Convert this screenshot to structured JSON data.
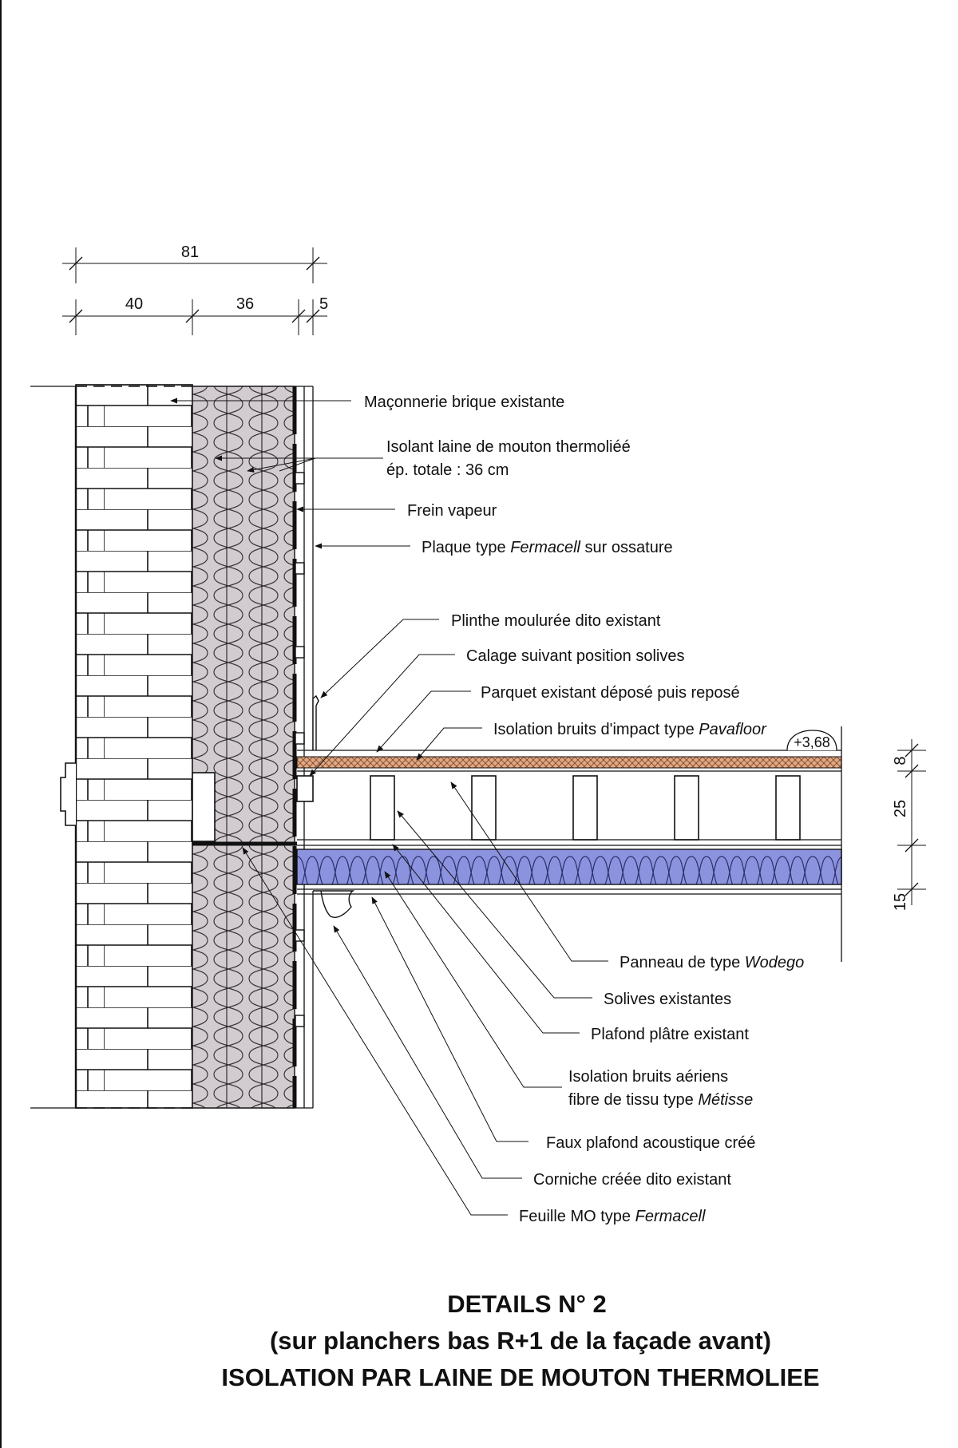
{
  "dimensions": {
    "top_total": "81",
    "seg_masonry": "40",
    "seg_insulation": "36",
    "seg_lining": "5",
    "floor_top": "8",
    "floor_mid": "25",
    "floor_bottom": "15",
    "level_mark": "+3,68"
  },
  "labels": {
    "masonry": "Maçonnerie brique existante",
    "insulation_1": "Isolant laine de mouton thermoliéé",
    "insulation_2": "ép. totale : 36 cm",
    "vapour": "Frein vapeur",
    "plate_pre": "Plaque type ",
    "plate_em": "Fermacell",
    "plate_post": " sur ossature",
    "skirting": "Plinthe moulurée dito existant",
    "shim": "Calage suivant position solives",
    "parquet": "Parquet existant déposé puis reposé",
    "impact_pre": "Isolation bruits d'impact type ",
    "impact_em": "Pavafloor",
    "panel_pre": "Panneau de type ",
    "panel_em": "Wodego",
    "joists": "Solives existantes",
    "ceiling": "Plafond plâtre existant",
    "airborne_1": "Isolation bruits aériens",
    "airborne_2_pre": "fibre de tissu type ",
    "airborne_2_em": "Métisse",
    "false_ceiling": "Faux plafond acoustique créé",
    "cornice": "Corniche créée dito existant",
    "sheet_pre": "Feuille MO type ",
    "sheet_em": "Fermacell"
  },
  "title": {
    "line1": "DETAILS N° 2",
    "line2": "(sur planchers bas R+1 de la façade avant)",
    "line3": "ISOLATION PAR LAINE DE MOUTON THERMOLIEE"
  },
  "colors": {
    "wool": "#d2ccd0",
    "acoustic": "#8c93de",
    "impact": "#e2a883",
    "line": "#111111"
  }
}
